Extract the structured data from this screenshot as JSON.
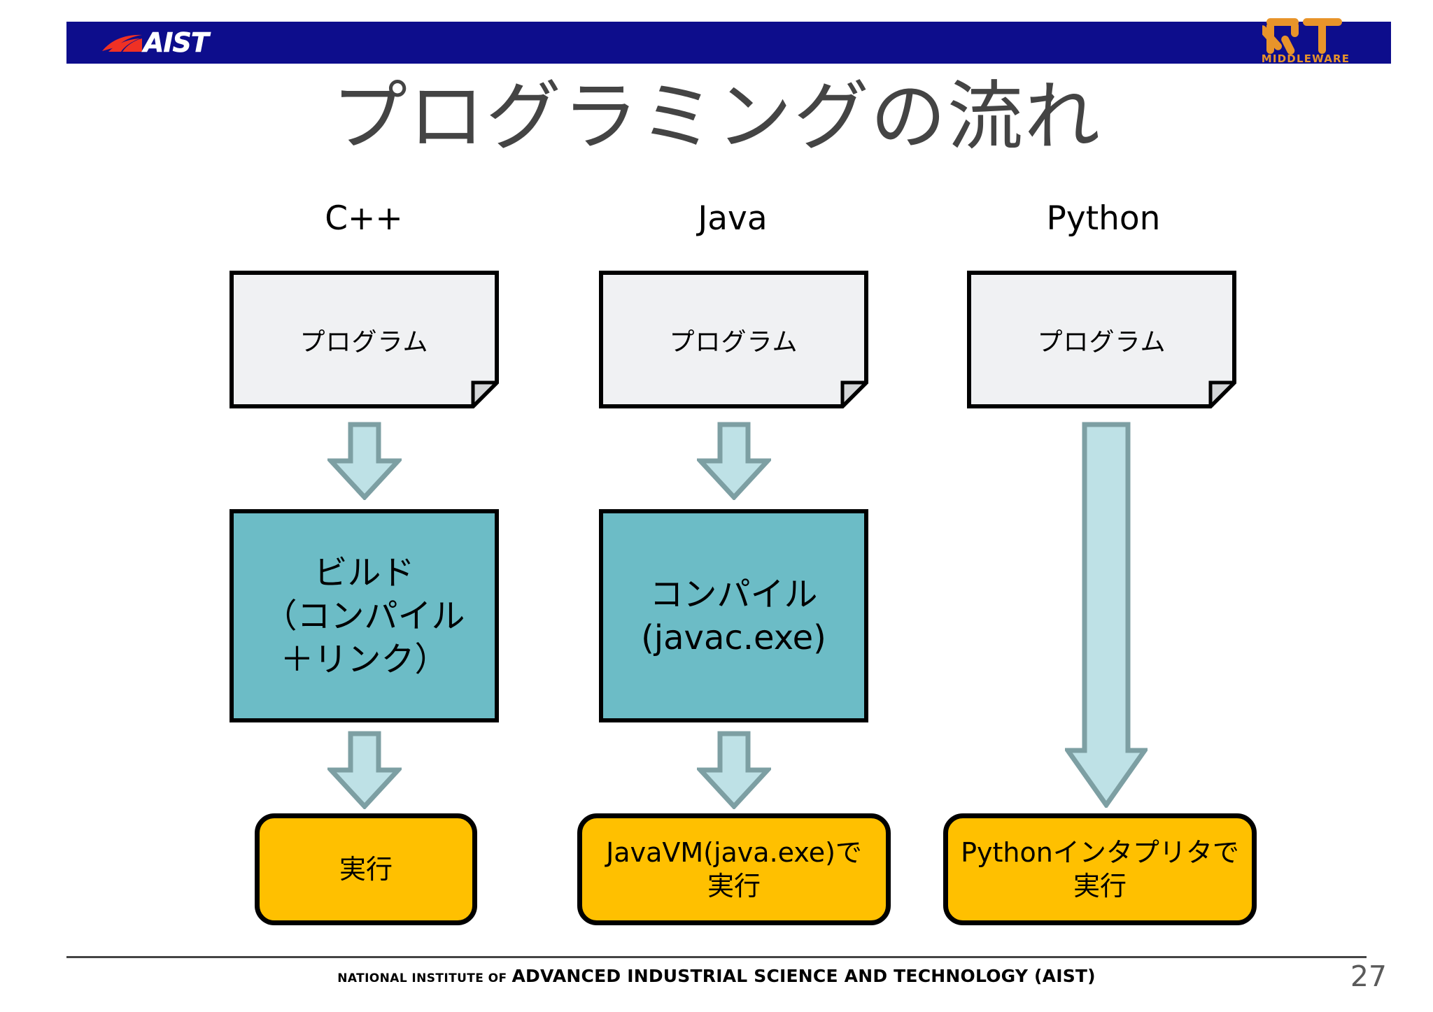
{
  "header": {
    "bar_color": "#0d0d8c",
    "aist_logo": {
      "wordmark": "AIST",
      "swoosh_color": "#ef3124",
      "text_color": "#ffffff"
    },
    "rt_logo": {
      "mark": "RT",
      "subtitle": "MIDDLEWARE",
      "color": "#e8942a"
    }
  },
  "title": "プログラミングの流れ",
  "columns": [
    {
      "label": "C++"
    },
    {
      "label": "Java"
    },
    {
      "label": "Python"
    }
  ],
  "documents": [
    {
      "label": "プログラム"
    },
    {
      "label": "プログラム"
    },
    {
      "label": "プログラム"
    }
  ],
  "process_boxes": [
    {
      "lines": [
        "ビルド",
        "（コンパイル",
        "＋リンク）"
      ],
      "fill": "#6CBCC6"
    },
    {
      "lines": [
        "コンパイル",
        "(javac.exe)"
      ],
      "fill": "#6CBCC6"
    }
  ],
  "run_boxes": [
    {
      "lines": [
        "実行"
      ],
      "fill": "#FFC000"
    },
    {
      "lines": [
        "JavaVM(java.exe)で",
        "実行"
      ],
      "fill": "#FFC000"
    },
    {
      "lines": [
        "Pythonインタプリタで",
        "実行"
      ],
      "fill": "#FFC000"
    }
  ],
  "arrows": {
    "fill": "#BEE1E6",
    "stroke": "#7D9FA3",
    "count_short": 4,
    "count_long": 1
  },
  "footer": {
    "small_text": "NATIONAL INSTITUTE OF",
    "large_text": "ADVANCED INDUSTRIAL SCIENCE AND TECHNOLOGY (AIST)",
    "page_number": "27"
  }
}
